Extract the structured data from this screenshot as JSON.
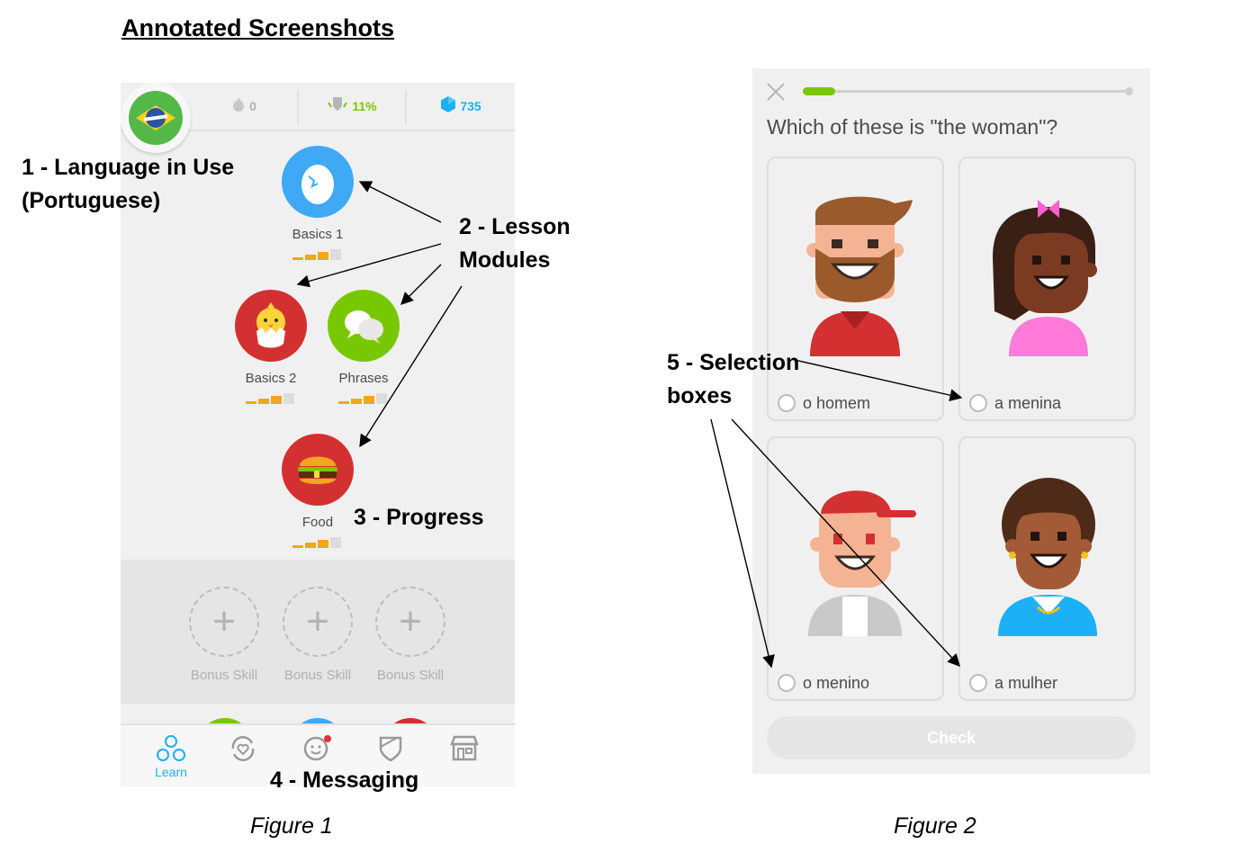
{
  "page_title": "Annotated Screenshots",
  "figure1": {
    "caption": "Figure 1",
    "stats": {
      "streak": "0",
      "crown": "11%",
      "gems": "735"
    },
    "skills": [
      {
        "name": "Basics 1"
      },
      {
        "name": "Basics 2"
      },
      {
        "name": "Phrases"
      },
      {
        "name": "Food"
      }
    ],
    "bonus_skills": [
      "Bonus Skill",
      "Bonus Skill",
      "Bonus Skill"
    ],
    "nav": {
      "learn_label": "Learn"
    },
    "colors": {
      "blue": "#3fa9f5",
      "red": "#d33131",
      "green": "#78c800",
      "gold": "#f2a61f",
      "gem": "#1cb0f6"
    }
  },
  "figure2": {
    "caption": "Figure 2",
    "question": "Which of these is \"the woman\"?",
    "progress": 0.1,
    "options": [
      "o homem",
      "a menina",
      "o menino",
      "a mulher"
    ],
    "check_label": "Check"
  },
  "annotations": {
    "a1_line1": "1 - Language in Use",
    "a1_line2": "(Portuguese)",
    "a2_line1": "2 - Lesson",
    "a2_line2": "Modules",
    "a3": "3 - Progress",
    "a4": "4 - Messaging",
    "a5_line1": "5 - Selection",
    "a5_line2": "boxes"
  }
}
